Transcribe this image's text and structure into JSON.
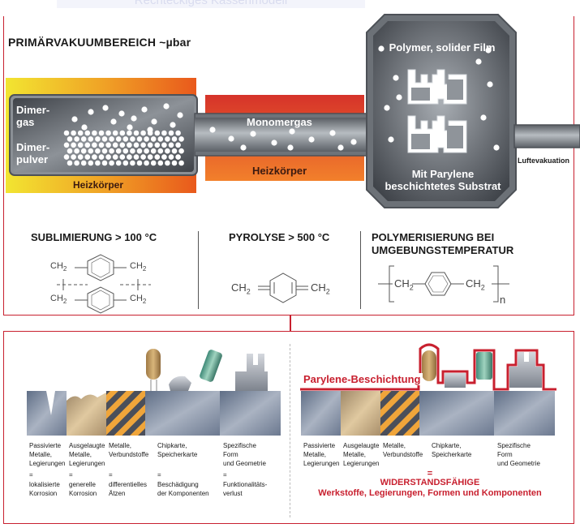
{
  "header": {
    "top_title": "Rechteckiges Kassenmodell",
    "section_title": "PRIMÄRVAKUUMBEREICH ~µbar"
  },
  "chamber": {
    "dimer_gas": "Dimer-\ngas",
    "dimer_powder": "Dimer-\npulver",
    "heater_1": "Heizkörper",
    "monomer_gas": "Monomergas",
    "heater_2": "Heizkörper",
    "polymer_film": "Polymer, solider Film",
    "coated_substrate": "Mit Parylene\nbeschichtetes Substrat",
    "exhaust": "Luftevakuation"
  },
  "stages": [
    {
      "title": "SUBLIMIERUNG > 100 °C"
    },
    {
      "title": "PYROLYSE > 500 °C"
    },
    {
      "title": "POLYMERISIERUNG BEI\nUMGEBUNGSTEMPERATUR"
    }
  ],
  "formulas": {
    "ch2": "CH",
    "sub2": "2",
    "n": "n",
    "eq": "="
  },
  "bottom_left": {
    "columns": [
      {
        "desc": "Passivierte\nMetalle,\nLegierungen",
        "eq": "=",
        "result": "lokalisierte\nKorrosion"
      },
      {
        "desc": "Ausgelaugte\nMetalle,\nLegierungen",
        "eq": "=",
        "result": "generelle\nKorrosion"
      },
      {
        "desc": "Metalle,\nVerbundstoffe",
        "eq": "=",
        "result": "differentielles\nÄtzen"
      },
      {
        "desc": "Chipkarte,\nSpeicherkarte",
        "eq": "=",
        "result": "Beschädigung\nder Komponenten"
      },
      {
        "desc": "Spezifische\nForm\nund Geometrie",
        "eq": "=",
        "result": "Funktionalitäts-\nverlust"
      }
    ]
  },
  "bottom_right": {
    "coating_label": "Parylene-Beschichtung",
    "columns": [
      {
        "desc": "Passivierte\nMetalle,\nLegierungen"
      },
      {
        "desc": "Ausgelaugte\nMetalle,\nLegierungen"
      },
      {
        "desc": "Metalle,\nVerbundstoffe"
      },
      {
        "desc": "Chipkarte,\nSpeicherkarte"
      },
      {
        "desc": "Spezifische\nForm\nund Geometrie"
      }
    ],
    "eq": "=",
    "result_1": "WIDERSTANDSFÄHIGE",
    "result_2": "Werkstoffe, Legierungen, Formen und Komponenten"
  },
  "colors": {
    "frame_red": "#c8202f",
    "chamber_gray": "#7a7f86",
    "heater_yellow": "#f2e531",
    "heater_orange": "#e9591c"
  }
}
